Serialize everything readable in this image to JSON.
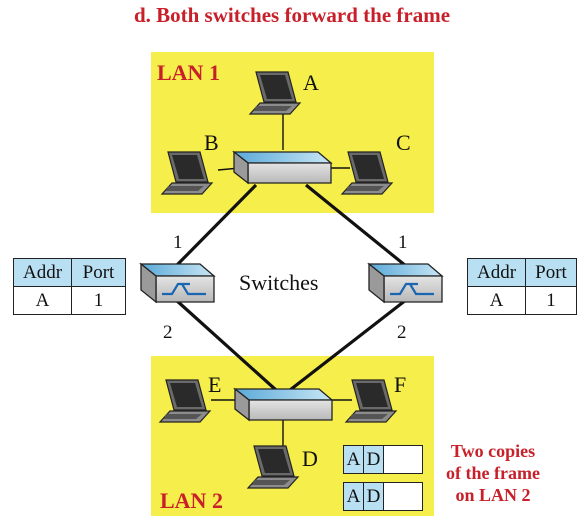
{
  "title": "d. Both switches forward the frame",
  "lan1": {
    "label": "LAN 1"
  },
  "lan2": {
    "label": "LAN 2"
  },
  "stations": {
    "a": "A",
    "b": "B",
    "c": "C",
    "d": "D",
    "e": "E",
    "f": "F"
  },
  "switches_label": "Switches",
  "left_switch": {
    "port_up": "1",
    "port_down": "2"
  },
  "right_switch": {
    "port_up": "1",
    "port_down": "2"
  },
  "left_table": {
    "headers": [
      "Addr",
      "Port"
    ],
    "rows": [
      [
        "A",
        "1"
      ]
    ]
  },
  "right_table": {
    "headers": [
      "Addr",
      "Port"
    ],
    "rows": [
      [
        "A",
        "1"
      ]
    ]
  },
  "frames": [
    {
      "src": "A",
      "dst": "D"
    },
    {
      "src": "A",
      "dst": "D"
    }
  ],
  "note": [
    "Two copies",
    "of the frame",
    "on LAN 2"
  ],
  "colors": {
    "lan_bg": "#f6ee4a",
    "accent_red": "#c8202a",
    "header_blue": "#b9e0f2"
  }
}
